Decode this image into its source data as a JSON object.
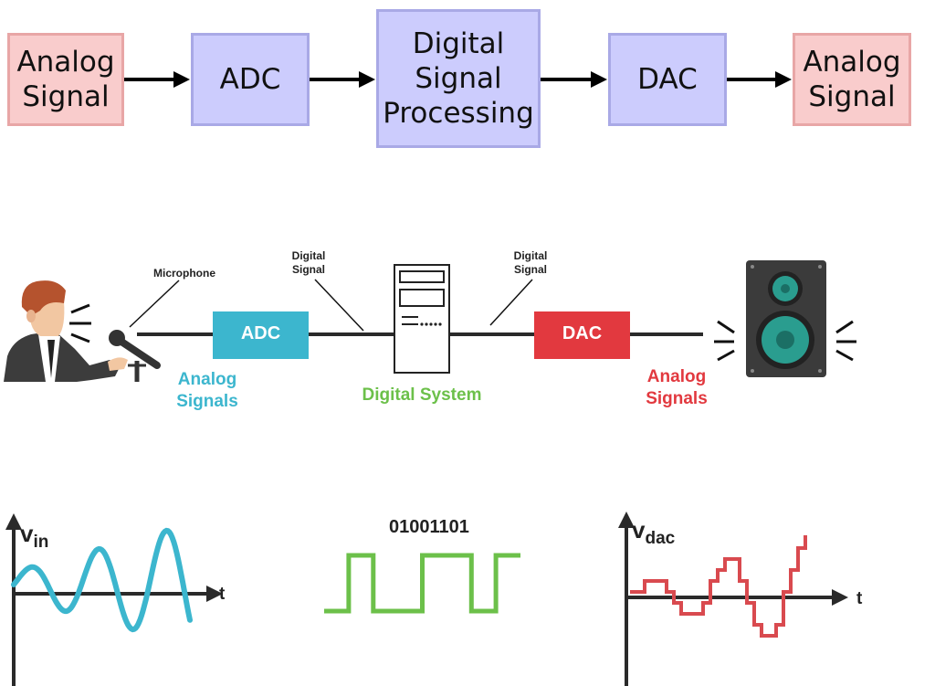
{
  "block_diagram": {
    "input_label": "Analog\nSignal",
    "adc_label": "ADC",
    "dsp_label": "Digital\nSignal\nProcessing",
    "dac_label": "DAC",
    "output_label": "Analog\nSignal"
  },
  "illustration": {
    "microphone_label": "Microphone",
    "digital_signal_left": "Digital\nSignal",
    "digital_signal_right": "Digital\nSignal",
    "adc_label": "ADC",
    "dac_label": "DAC",
    "analog_signals_left": "Analog\nSignals",
    "digital_system_label": "Digital System",
    "analog_signals_right": "Analog\nSignals"
  },
  "plots": {
    "vin_label": "v",
    "vin_sub": "in",
    "vin_axis": "t",
    "binary_code": "01001101",
    "binary_bits": [
      0,
      1,
      0,
      0,
      1,
      1,
      0,
      1
    ],
    "vdac_label": "v",
    "vdac_sub": "dac",
    "vdac_axis": "t"
  },
  "colors": {
    "cyan": "#3cb6ce",
    "red": "#e2393f",
    "green": "#6cc04a",
    "dac_wave": "#d94a4f",
    "analog_fill": "#f9cccc",
    "digital_fill": "#ccccfd"
  }
}
